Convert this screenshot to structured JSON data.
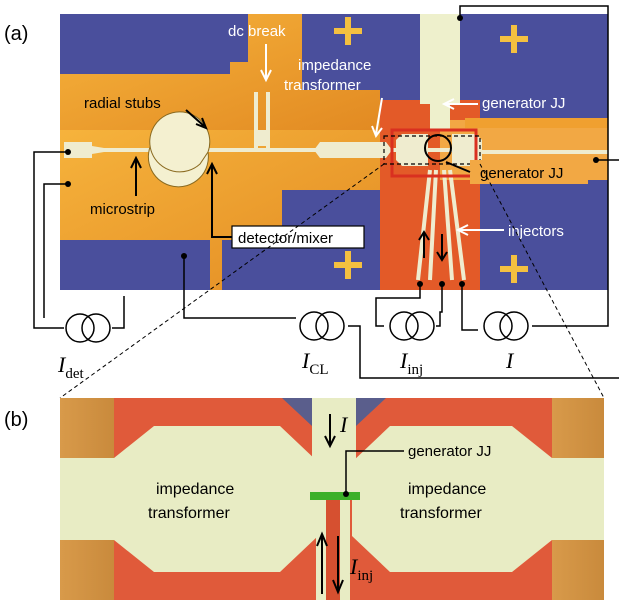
{
  "panel_a": {
    "tag": "(a)",
    "labels": {
      "dc_break": "dc break",
      "radial_stubs": "radial stubs",
      "impedance_transformer_1": "impedance",
      "impedance_transformer_2": "transformer",
      "generator_jj_top": "generator JJ",
      "generator_jj_box": "generator JJ",
      "microstrip": "microstrip",
      "detector_mixer": "detector/mixer",
      "injectors": "injectors"
    },
    "sources": {
      "det_main": "I",
      "det_sub": "det",
      "cl_main": "I",
      "cl_sub": "CL",
      "inj_main": "I",
      "inj_sub": "inj",
      "bias": "I"
    }
  },
  "panel_b": {
    "tag": "(b)",
    "labels": {
      "current_arrow": "I",
      "generator_jj": "generator JJ",
      "left_transformer_1": "impedance",
      "left_transformer_2": "transformer",
      "right_transformer_1": "impedance",
      "right_transformer_2": "transformer",
      "inj_main": "I",
      "inj_sub": "inj"
    }
  },
  "colors": {
    "substrate_blue": "#4a4f9c",
    "gold_film": "#f0a030",
    "red_film": "#e05030",
    "pale_transformer": "#e8ecc0",
    "junction_green": "#3cb028"
  }
}
